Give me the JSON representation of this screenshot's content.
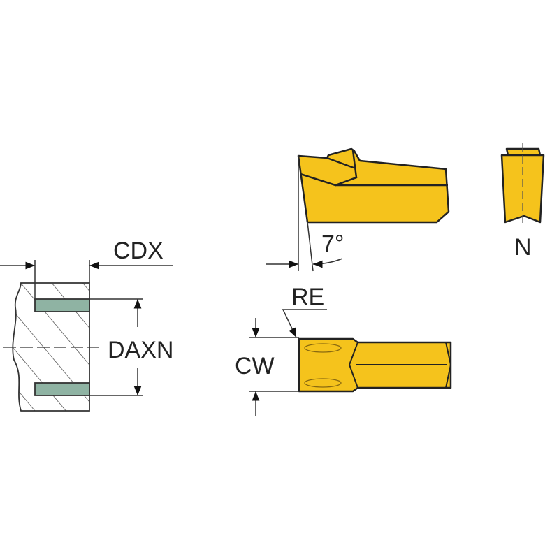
{
  "labels": {
    "cdx": "CDX",
    "daxn": "DAXN",
    "angle": "7°",
    "n": "N",
    "re": "RE",
    "cw": "CW"
  },
  "colors": {
    "insert": "#f5c31c",
    "slot": "#8fb3a3",
    "line": "#333333"
  }
}
